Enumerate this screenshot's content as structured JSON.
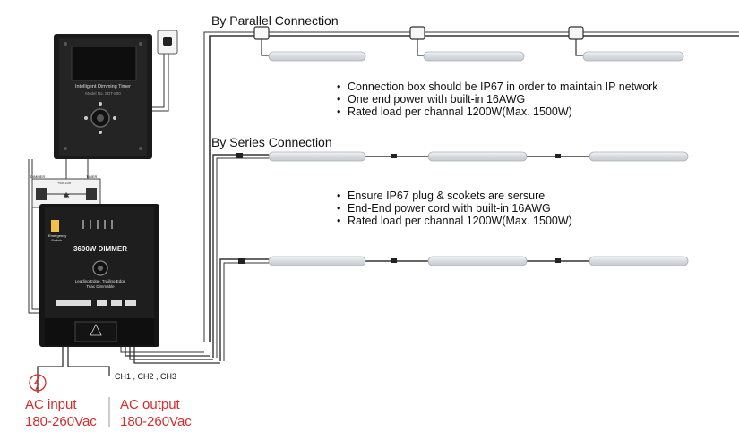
{
  "parallel": {
    "title": "By Parallel Connection",
    "notes": [
      "Connection box should be IP67 in order to maintain IP network",
      "One end power with built-in 16AWG",
      "Rated load per channal 1200W(Max. 1500W)"
    ]
  },
  "series": {
    "title": "By Series Connection",
    "notes": [
      "Ensure IP67 plug & scokets are sersure",
      "End-End power cord with built-in 16AWG",
      "Rated load per channal 1200W(Max. 1500W)"
    ]
  },
  "timer": {
    "title": "Intelligent Dimming Timer",
    "model": "Model No. SDT-800"
  },
  "dimmer": {
    "title": "3600W DIMMER",
    "subtitle_1": "Leading Edge, Trailing Edge",
    "subtitle_2": "Triac Dimmable",
    "switch_label": "Emergency Switch"
  },
  "junction": {
    "left_label": "DIMMER",
    "right_label": "TIMER",
    "mid_label": "+5V 10V"
  },
  "channels_label": "CH1 , CH2 , CH3",
  "ac_input": {
    "line1": "AC input",
    "line2": "180-260Vac"
  },
  "ac_output": {
    "line1": "AC output",
    "line2": "180-260Vac"
  },
  "colors": {
    "device": "#1c1c1c",
    "wire": "#333333",
    "tube": "#dfe3e6",
    "accent": "#d62b2b"
  }
}
